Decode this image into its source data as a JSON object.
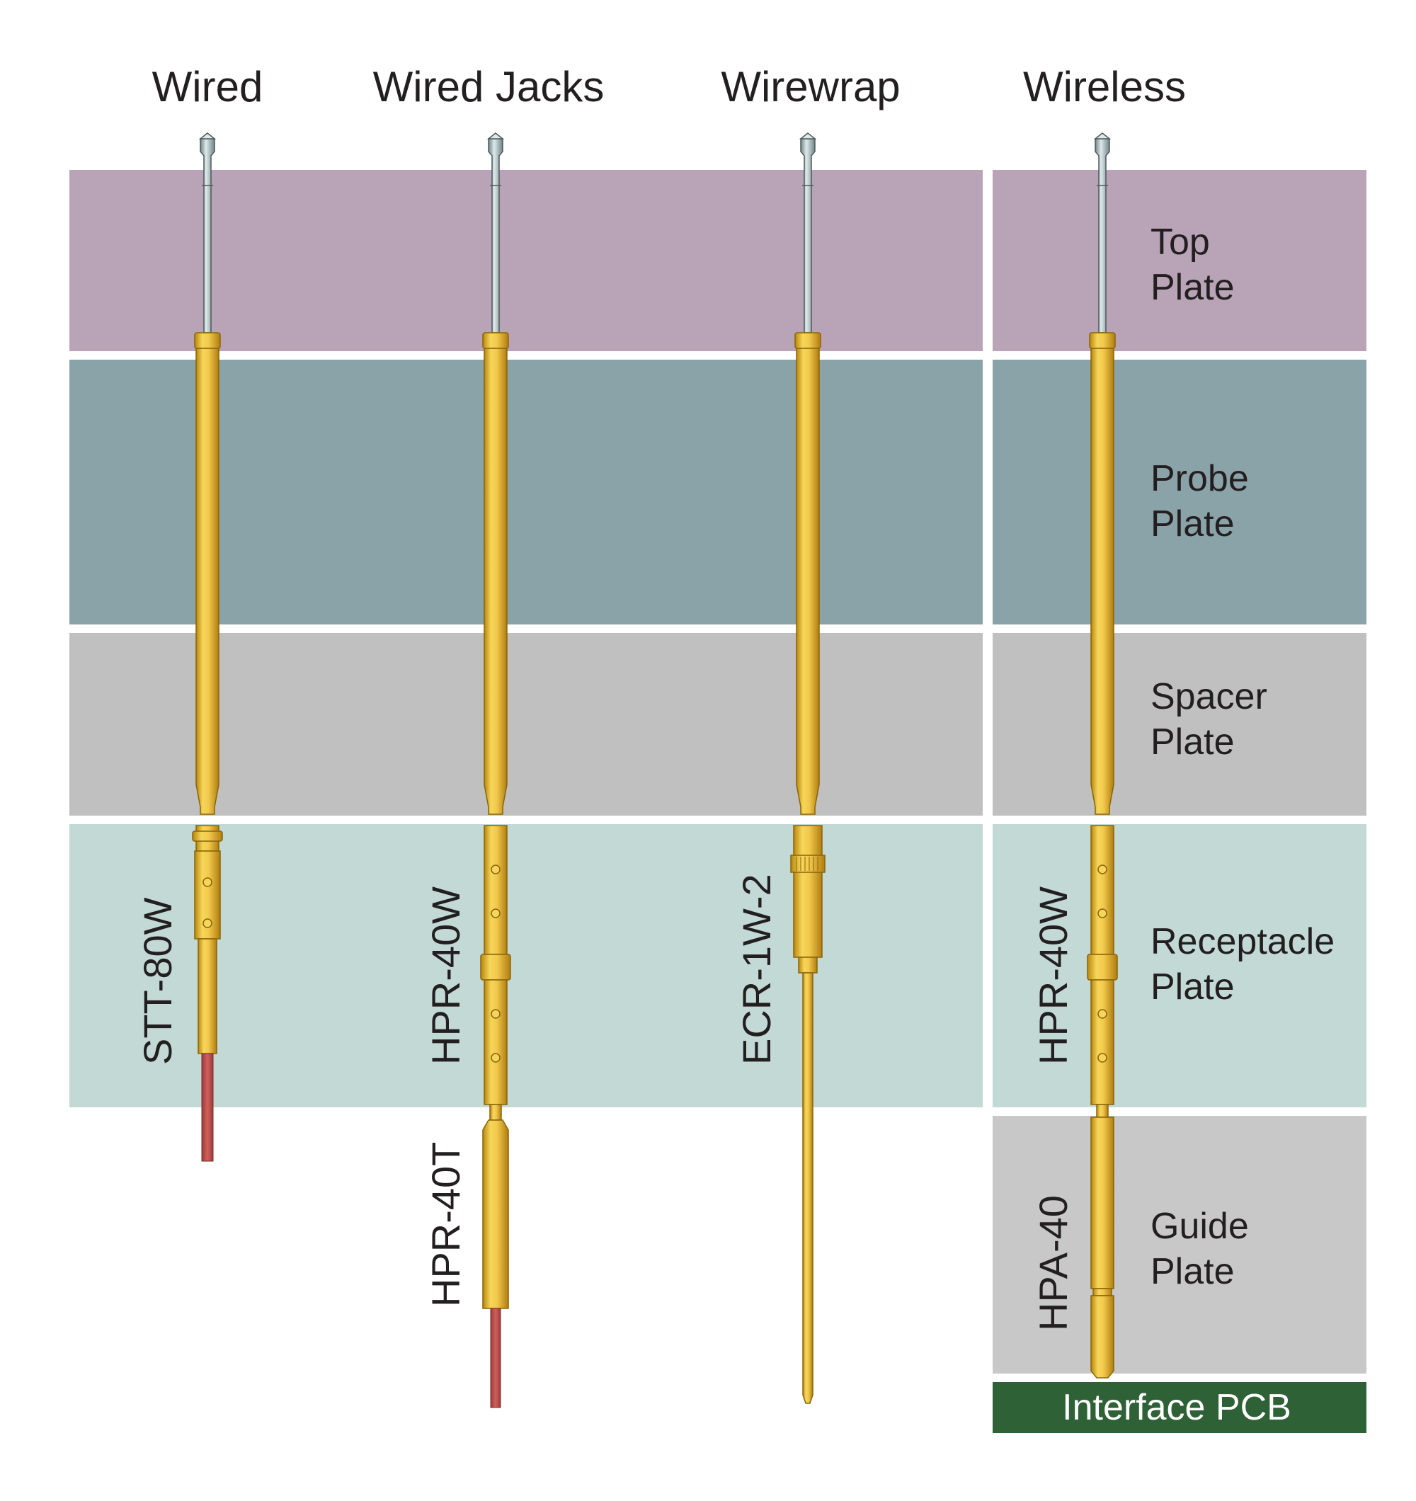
{
  "columns": [
    {
      "title": "Wired",
      "label": "STT-80W"
    },
    {
      "title": "Wired Jacks",
      "label": "HPR-40W",
      "label2": "HPR-40T"
    },
    {
      "title": "Wirewrap",
      "label": "ECR-1W-2"
    },
    {
      "title": "Wireless",
      "label": "HPR-40W",
      "label2": "HPA-40"
    }
  ],
  "plates": [
    {
      "line1": "Top",
      "line2": "Plate",
      "color": "#b8a3b7"
    },
    {
      "line1": "Probe",
      "line2": "Plate",
      "color": "#8aa3a8"
    },
    {
      "line1": "Spacer",
      "line2": "Plate",
      "color": "#c0c0c0"
    },
    {
      "line1": "Receptacle",
      "line2": "Plate",
      "color": "#c2d9d5"
    },
    {
      "line1": "Guide",
      "line2": "Plate",
      "color": "#c8c8c8"
    }
  ],
  "pcb": {
    "label": "Interface PCB",
    "color": "#2e6136"
  },
  "colors": {
    "gold": "#e8bf3c",
    "steel": "#9fb3b6",
    "wire": "#c0504d"
  }
}
